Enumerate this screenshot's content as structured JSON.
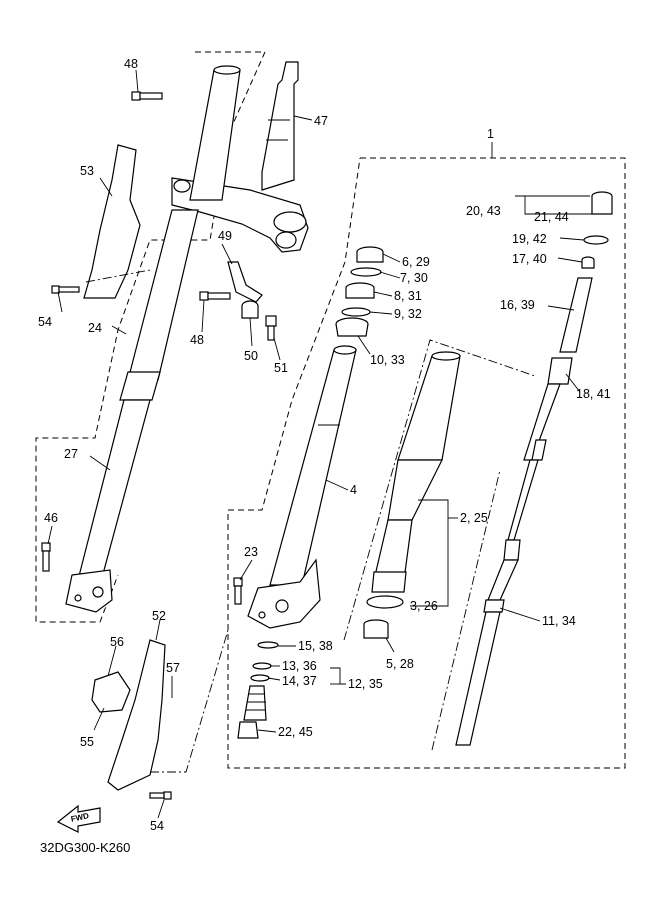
{
  "diagram_code": "32DG300-K260",
  "fwd_label": "FWD",
  "labels": {
    "l1": "1",
    "l2_25": "2, 25",
    "l3_26": "3, 26",
    "l4": "4",
    "l5_28": "5, 28",
    "l6_29": "6, 29",
    "l7_30": "7, 30",
    "l8_31": "8, 31",
    "l9_32": "9, 32",
    "l10_33": "10, 33",
    "l11_34": "11, 34",
    "l12_35": "12, 35",
    "l13_36": "13, 36",
    "l14_37": "14, 37",
    "l15_38": "15, 38",
    "l16_39": "16, 39",
    "l17_40": "17, 40",
    "l18_41": "18, 41",
    "l19_42": "19, 42",
    "l20_43": "20, 43",
    "l21_44": "21, 44",
    "l22_45": "22, 45",
    "l23": "23",
    "l24": "24",
    "l27": "27",
    "l46": "46",
    "l47": "47",
    "l48a": "48",
    "l48b": "48",
    "l49": "49",
    "l50": "50",
    "l51": "51",
    "l52": "52",
    "l53": "53",
    "l54a": "54",
    "l54b": "54",
    "l55": "55",
    "l56": "56",
    "l57": "57"
  }
}
